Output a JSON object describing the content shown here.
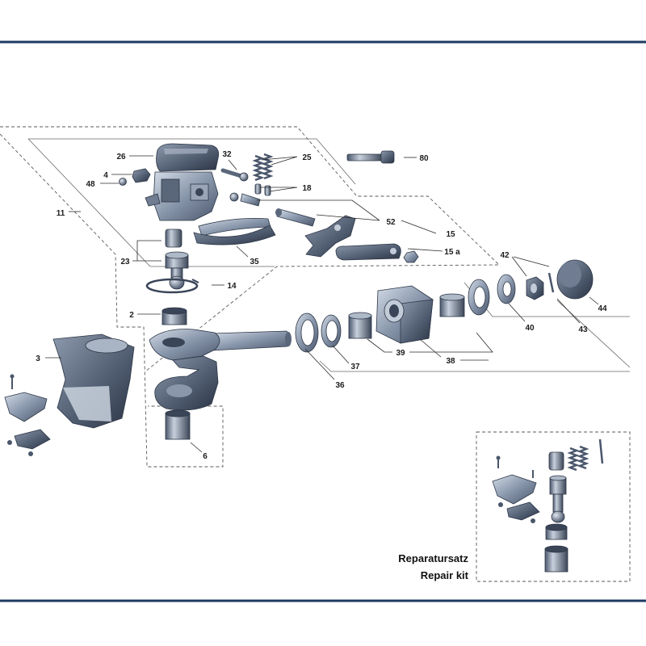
{
  "colors": {
    "frame_line": "#1d3a63",
    "part_light": "#c9d2de",
    "part_mid": "#7e8ca2",
    "part_dark": "#3a4558"
  },
  "labels": {
    "p26": "26",
    "p32": "32",
    "p25": "25",
    "p80": "80",
    "p4": "4",
    "p48": "48",
    "p18": "18",
    "p11": "11",
    "p52": "52",
    "p15": "15",
    "p15a": "15 a",
    "p23": "23",
    "p35": "35",
    "p42": "42",
    "p14": "14",
    "p44": "44",
    "p2": "2",
    "p40": "40",
    "p43": "43",
    "p3": "3",
    "p39": "39",
    "p38": "38",
    "p37": "37",
    "p36": "36",
    "p6": "6"
  },
  "repair_kit": {
    "title_de": "Reparatursatz",
    "title_en": "Repair kit"
  }
}
